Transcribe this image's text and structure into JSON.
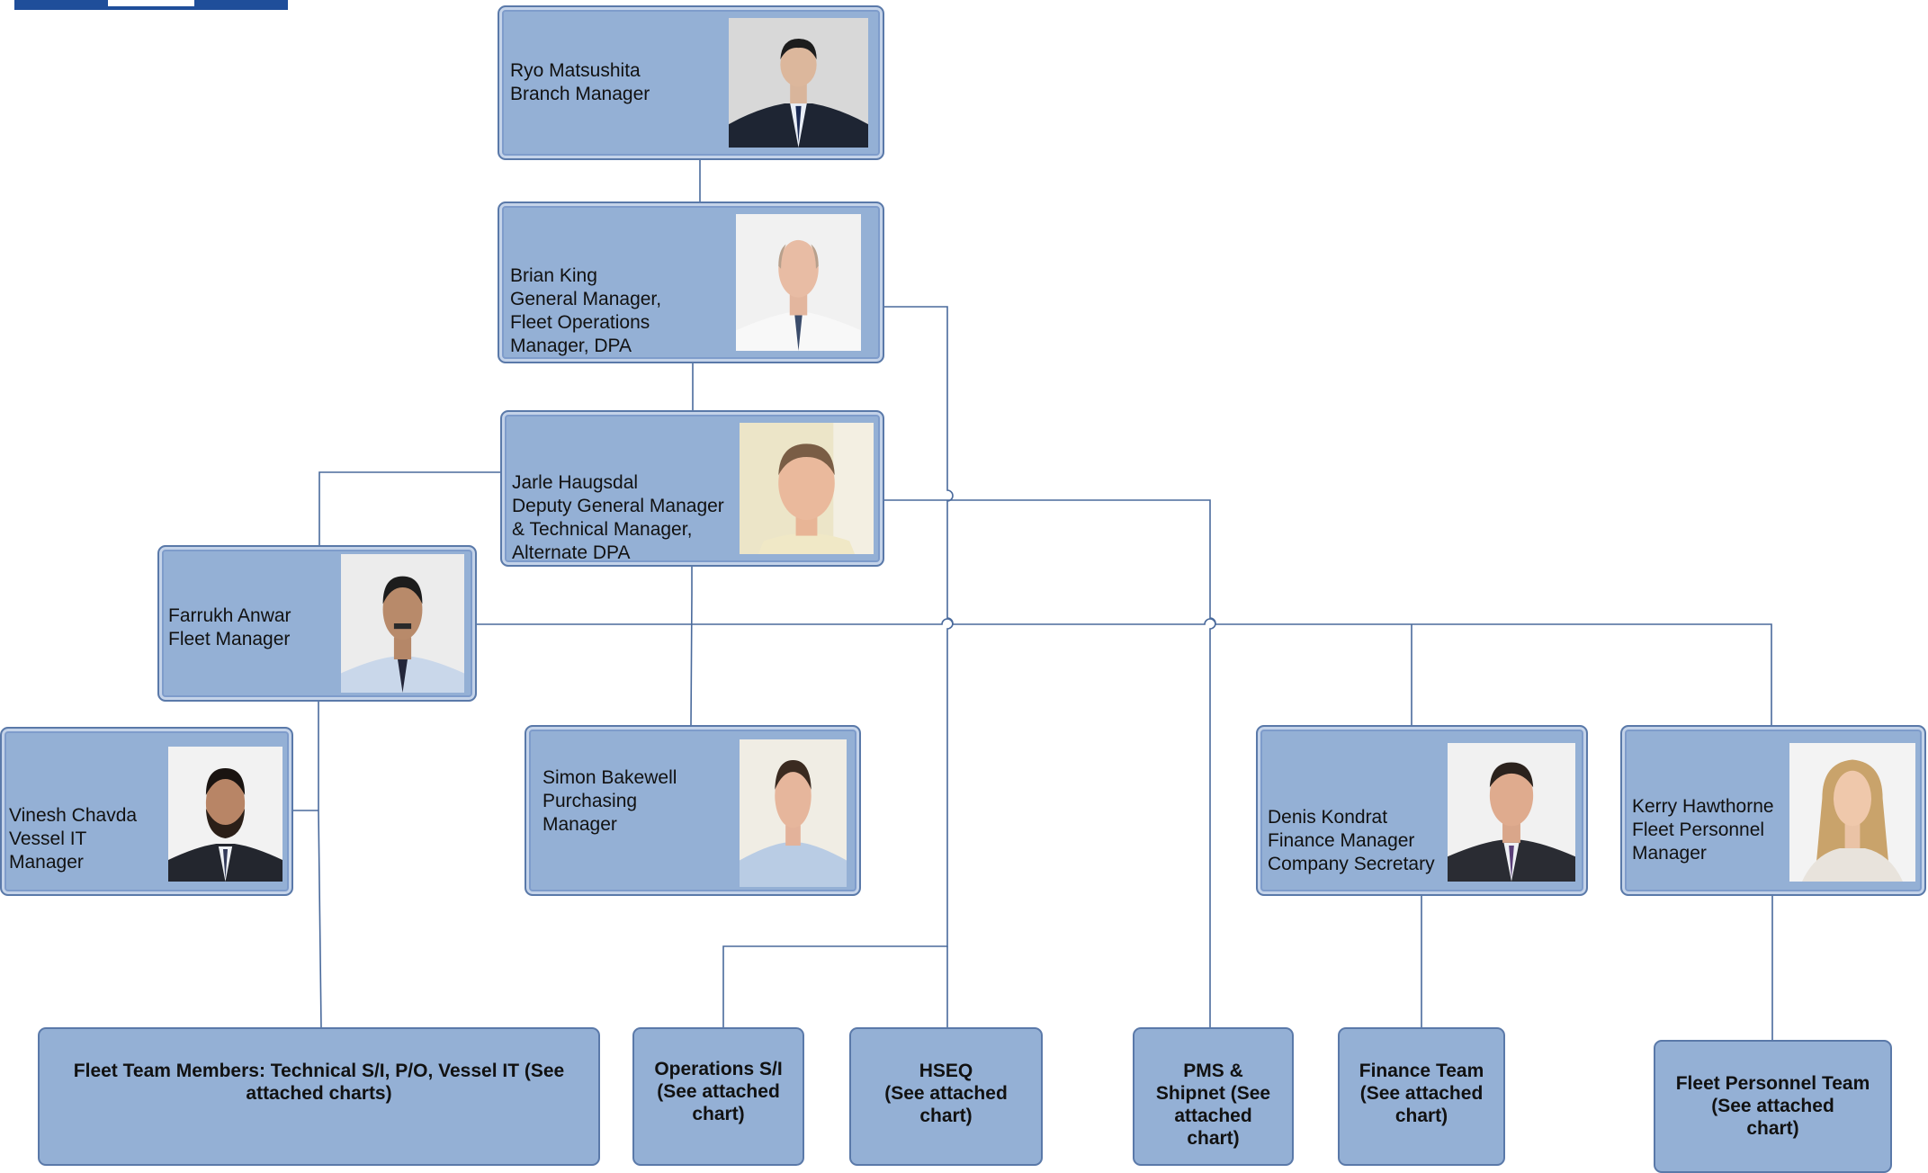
{
  "org_chart": {
    "people": [
      {
        "id": "ryo",
        "lines": [
          "Ryo Matsushita",
          "Branch Manager"
        ],
        "photo": "man in dark suit, dark hair"
      },
      {
        "id": "brian",
        "lines": [
          "Brian King",
          "General Manager,",
          "Fleet Operations",
          "Manager, DPA"
        ],
        "photo": "bald man, white shirt"
      },
      {
        "id": "jarle",
        "lines": [
          "Jarle Haugsdal",
          "Deputy General Manager",
          "& Technical Manager,",
          "Alternate DPA"
        ],
        "photo": "man, light background"
      },
      {
        "id": "farrukh",
        "lines": [
          "Farrukh Anwar",
          "Fleet Manager"
        ],
        "photo": "man with mustache, light shirt"
      },
      {
        "id": "vinesh",
        "lines": [
          "Vinesh Chavda",
          "Vessel IT",
          "Manager"
        ],
        "photo": "man with beard, dark suit"
      },
      {
        "id": "simon",
        "lines": [
          "Simon Bakewell",
          "Purchasing",
          "Manager"
        ],
        "photo": "man, light blue shirt"
      },
      {
        "id": "denis",
        "lines": [
          "Denis Kondrat",
          "Finance Manager",
          "Company Secretary"
        ],
        "photo": "man in dark suit"
      },
      {
        "id": "kerry",
        "lines": [
          "Kerry Hawthorne",
          "Fleet Personnel",
          "Manager"
        ],
        "photo": "woman with long blonde hair"
      }
    ],
    "teams": [
      {
        "id": "fleet-team",
        "lines": [
          "Fleet Team Members: Technical S/I, P/O, Vessel IT (See",
          "attached charts)"
        ]
      },
      {
        "id": "operations",
        "lines": [
          "Operations S/I",
          "(See attached",
          "chart)"
        ]
      },
      {
        "id": "hseq",
        "lines": [
          "HSEQ",
          "(See attached",
          "chart)"
        ]
      },
      {
        "id": "pms",
        "lines": [
          "PMS &",
          "Shipnet (See",
          "attached",
          "chart)"
        ]
      },
      {
        "id": "finance",
        "lines": [
          "Finance Team",
          "(See attached",
          "chart)"
        ]
      },
      {
        "id": "personnel",
        "lines": [
          "Fleet Personnel Team",
          "(See attached",
          "chart)"
        ]
      }
    ],
    "colors": {
      "box_fill": "#94b0d5",
      "box_border": "#5a79a9",
      "line": "#4a6a9c",
      "logo": "#1f4e9a"
    }
  }
}
